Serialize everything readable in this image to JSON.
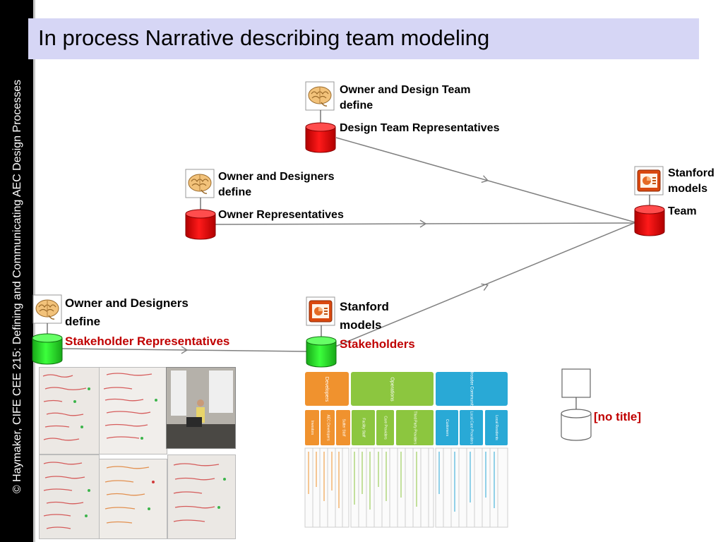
{
  "sidebar": {
    "text": "© Haymaker, CIFE     CEE 215: Defining and Communicating AEC Design Processes"
  },
  "slide": {
    "title": "In process Narrative describing team modeling"
  },
  "nodes": {
    "design_team": {
      "line1": "Owner and Design Team",
      "line2": "define",
      "output": "Design Team Representatives"
    },
    "owner": {
      "line1": "Owner and Designers",
      "line2": "define",
      "output": "Owner Representatives"
    },
    "stakeholder": {
      "line1": "Owner and Designers",
      "line2": "define",
      "output": "Stakeholder Representatives"
    },
    "team": {
      "line1": "Stanford",
      "line2": "models",
      "output": "Team"
    },
    "stakeholders_model": {
      "line1": "Stanford",
      "line2": "models",
      "output": "Stakeholders"
    },
    "no_title": {
      "output": "[no title]"
    }
  },
  "colors": {
    "title_bg": "#d6d6f5",
    "red_cylinder": "#e00000",
    "green_cylinder": "#22dd22",
    "red_text": "#c00000",
    "org_orange": "#f0922e",
    "org_green": "#8cc63f",
    "org_blue": "#29a9d6"
  },
  "org_chart": {
    "top": [
      "Developers",
      "Operations",
      "Broader Community"
    ],
    "sub": [
      "Investors",
      "AEC Developers",
      "Sutter Staff",
      "Facility Staff",
      "Care Providers",
      "Third Party Providers",
      "Customers",
      "Local Care Providers",
      "Local Residents"
    ]
  }
}
